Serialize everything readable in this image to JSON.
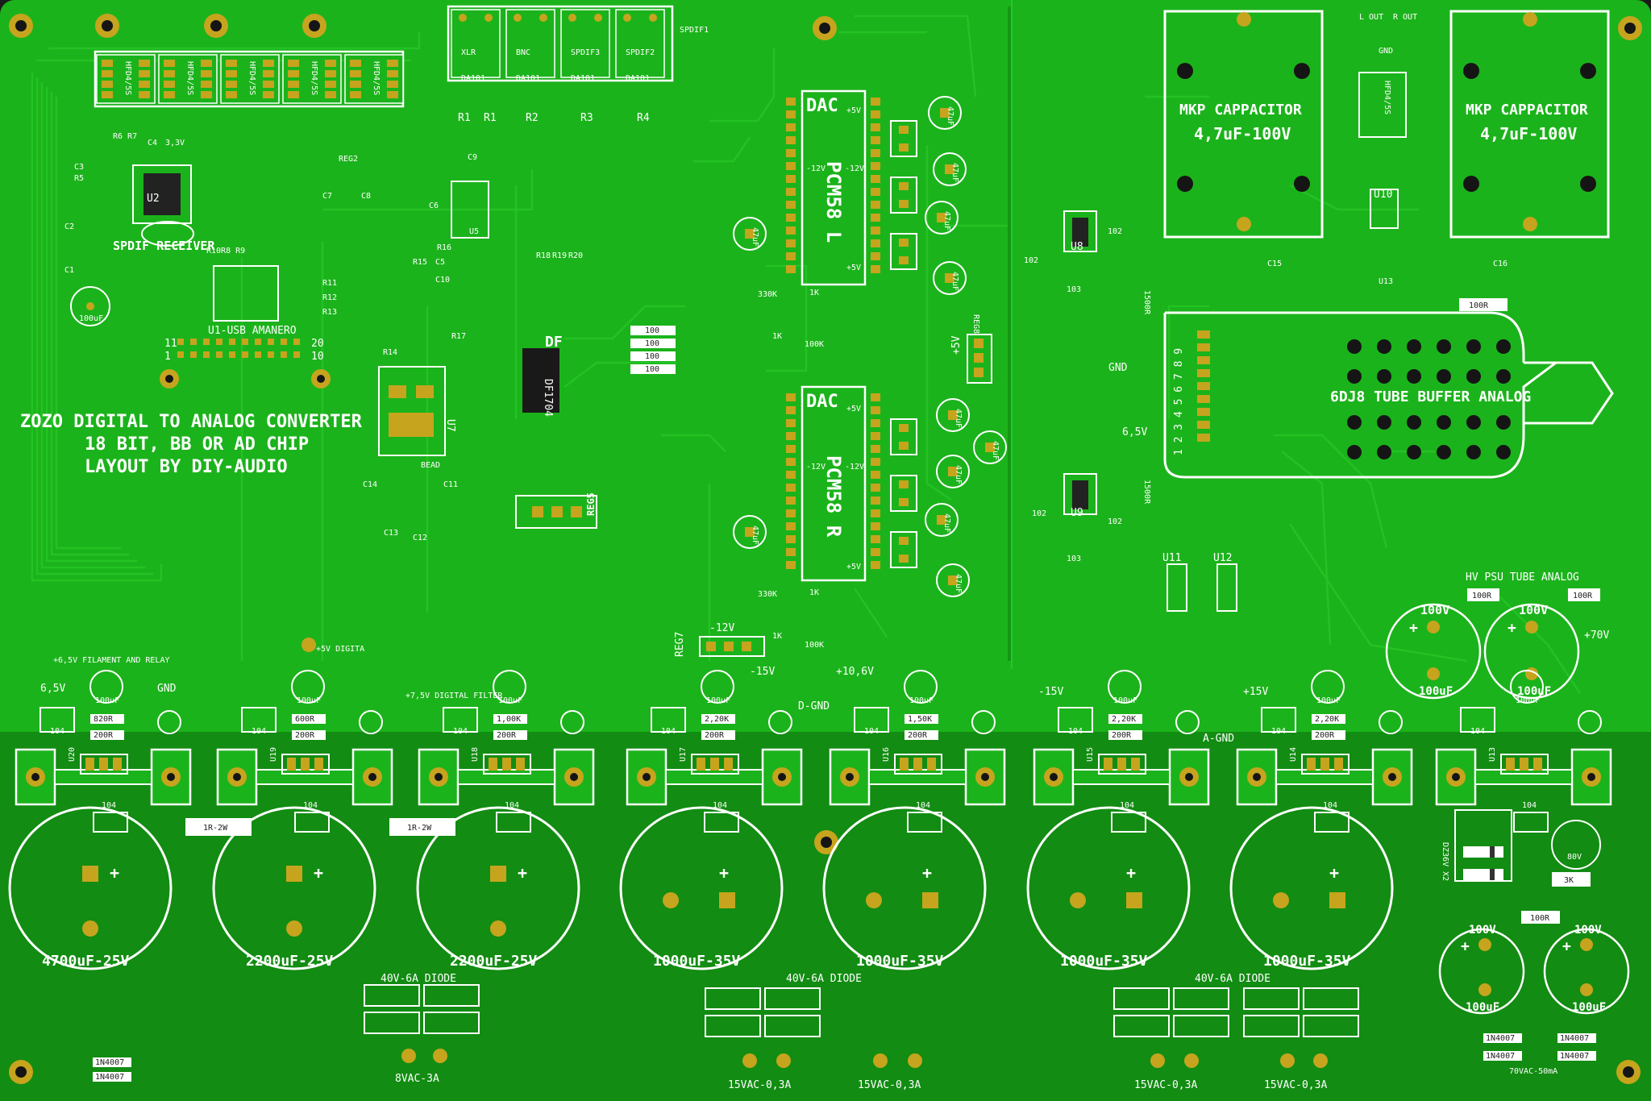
{
  "colors": {
    "board": "#1bb31b",
    "trace": "#27c427",
    "trace_dark": "#139813",
    "pour_bottom": "#128c12",
    "pad": "#c6a41e",
    "pad_dark": "#7a6410",
    "silk": "#ffffff",
    "hole": "#151515"
  },
  "title_block": {
    "line1": "ZOZO DIGITAL TO ANALOG CONVERTER",
    "line2": "18 BIT, BB OR AD CHIP",
    "line3": "LAYOUT BY DIY-AUDIO"
  },
  "relays": [
    "HFD4/5S",
    "HFD4/5S",
    "HFD4/5S",
    "HFD4/5S",
    "HFD4/5S"
  ],
  "inputs": {
    "connectors": [
      "XLR",
      "BNC",
      "SPDIF3",
      "SPDIF2"
    ],
    "transformer": "DA101",
    "resistors": [
      "R1",
      "R1",
      "R2",
      "R3",
      "R4"
    ],
    "spdif1": "SPDIF1"
  },
  "spdif_receiver": {
    "label": "SPDIF RECEIVER",
    "u2": "U2",
    "parts": [
      "R6 R7",
      "C4",
      "3,3V",
      "C3",
      "R5",
      "C2",
      "C1",
      "R10R8 R9"
    ]
  },
  "usb": {
    "label": "U1-USB AMANERO",
    "pins_left_top": "11",
    "pins_left_bot": "1",
    "pins_right_top": "20",
    "pins_right_bot": "10",
    "resistors": [
      "R11",
      "R12",
      "R13"
    ]
  },
  "digital_filter": {
    "label": "DF",
    "chip": "DF1704",
    "u5": "U5",
    "u7": "U7",
    "bead": "BEAD",
    "reg5": "REG5",
    "parts": [
      "C9",
      "C6",
      "R15",
      "C5",
      "R16",
      "C10",
      "R17",
      "R18",
      "R19",
      "R20",
      "R14",
      "C14",
      "C13",
      "C12",
      "C11",
      "REG2",
      "C7",
      "C8"
    ],
    "res_array": [
      "100",
      "100",
      "100",
      "100"
    ]
  },
  "dac": {
    "label": "DAC",
    "chip_l": "PCM58 L",
    "chip_r": "PCM58 R",
    "plus5": "+5V",
    "minus12": "-12V",
    "plus5b": "+5V",
    "r330k": "330K",
    "r1k": "1K",
    "r100k": "100K",
    "reg8": "REG8",
    "reg7": "REG7",
    "m12": "-12V",
    "cap47": "47uF"
  },
  "output_stage": {
    "u8": "U8",
    "u9": "U9",
    "u10": "U10",
    "u11": "U11",
    "u12": "U12",
    "u13": "U13",
    "gnd": "GND",
    "v65": "6,5V",
    "r103": "103",
    "r102": "102",
    "r1500": "1500R",
    "lout": "L OUT",
    "rout": "R OUT",
    "relay": "HFD4/5S",
    "c15": "C15",
    "c16": "C16",
    "r100": "100R"
  },
  "mkp": [
    {
      "line1": "MKP CAPPACITOR",
      "line2": "4,7uF-100V"
    },
    {
      "line1": "MKP CAPPACITOR",
      "line2": "4,7uF-100V"
    }
  ],
  "tube": {
    "label": "6DJ8 TUBE BUFFER ANALOG",
    "pins": "1 2 3 4 5 6 7 8 9"
  },
  "hv_psu": {
    "label": "HV PSU TUBE ANALOG",
    "r1": "100R",
    "r2": "100R",
    "v100a": "100V",
    "v100b": "100V",
    "uf100a": "100uF",
    "uf100b": "100uF",
    "p70": "+70V"
  },
  "rails": {
    "fil_relay": "+6,5V FILAMENT AND RELAY",
    "v65": "6,5V",
    "gnd": "GND",
    "p5dig": "+5V DIGITA",
    "p75": "+7,5V DIGITAL FILTER",
    "m15a": "-15V",
    "p106": "+10,6V",
    "dgnd": "D-GND",
    "m15b": "-15V",
    "p15": "+15V",
    "agnd": "A-GND"
  },
  "regulators": [
    "U20",
    "U19",
    "U18",
    "U17",
    "U16",
    "U15",
    "U14",
    "U13"
  ],
  "reg_res_top": [
    "820R",
    "600R",
    "1,00K",
    "2,20K",
    "1,50K",
    "2,20K",
    "2,20K"
  ],
  "reg_res_bot": [
    "200R",
    "200R",
    "200R",
    "200R",
    "200R",
    "200R",
    "200R"
  ],
  "cap104": "104",
  "cap100uf": "100uF",
  "big_caps": [
    "4700uF-25V",
    "2200uF-25V",
    "2200uF-25V",
    "1000uF-35V",
    "1000uF-35V",
    "1000uF-35V",
    "1000uF-35V"
  ],
  "bleeders": [
    "1R-2W",
    "1R-2W"
  ],
  "diodes": [
    "40V-6A DIODE",
    "40V-6A DIODE",
    "40V-6A DIODE"
  ],
  "ac_inputs": [
    "8VAC-3A",
    "15VAC-0,3A",
    "15VAC-0,3A",
    "15VAC-0,3A",
    "15VAC-0,3A",
    "70VAC-50mA"
  ],
  "hv_small": {
    "zener": "DZ36V X2",
    "r3k": "3K",
    "r100": "100R",
    "v80": "80V",
    "v100a": "100V",
    "v100b": "100V",
    "uf100a": "100uF",
    "uf100b": "100uF",
    "diode": "1N4007"
  },
  "misc_diodes": [
    "1N4007",
    "1N4007"
  ]
}
